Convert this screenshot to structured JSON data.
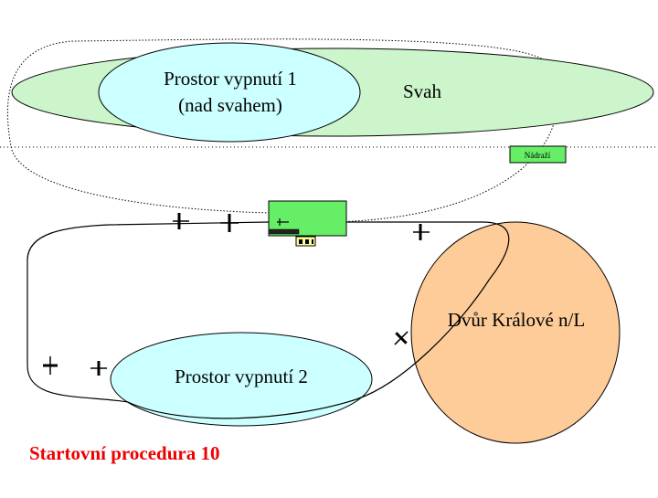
{
  "zone1": {
    "line1": "Prostor vypnutí 1",
    "line2": "(nad svahem)"
  },
  "slope": {
    "label": "Svah"
  },
  "station": {
    "label": "Nádraží"
  },
  "zone2": {
    "label": "Prostor vypnutí 2"
  },
  "town": {
    "label": "Dvůr Králové n/L"
  },
  "caption": "Startovní procedura 10",
  "colors": {
    "slope": "#ccf5cc",
    "zone": "#ccffff",
    "town": "#fdcc99",
    "airfield": "#66ee66",
    "caption": "#ee0000"
  }
}
